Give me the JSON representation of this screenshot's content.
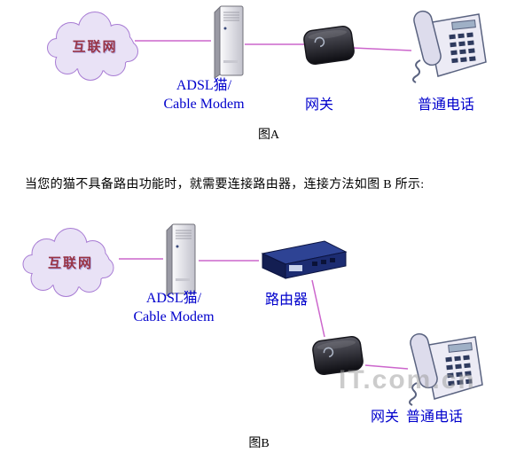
{
  "colors": {
    "connector": "#cc66cc",
    "label-blue": "#0000cc",
    "internet-text": "#993344",
    "watermark-gray": "#9a9a9a"
  },
  "figure_a": {
    "caption": "图A",
    "internet_label": "互联网",
    "modem_label_line1": "ADSL猫/",
    "modem_label_line2": "Cable Modem",
    "gateway_label": "网关",
    "phone_label": "普通电话"
  },
  "paragraph": "当您的猫不具备路由功能时，就需要连接路由器，连接方法如图 B 所示:",
  "figure_b": {
    "caption": "图B",
    "internet_label": "互联网",
    "modem_label_line1": "ADSL猫/",
    "modem_label_line2": "Cable Modem",
    "router_label": "路由器",
    "gateway_label": "网关",
    "phone_label": "普通电话"
  },
  "watermark": "IT.com.cn"
}
